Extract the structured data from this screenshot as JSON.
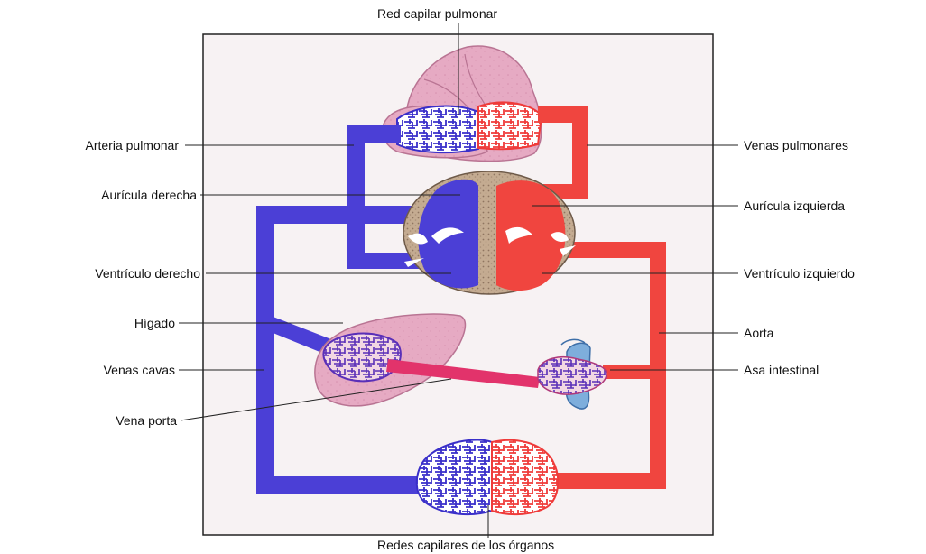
{
  "diagram": {
    "top_label": "Red capilar pulmonar",
    "bottom_label": "Redes capilares de los órganos",
    "left_labels": {
      "arteria_pulmonar": "Arteria pulmonar",
      "auricula_derecha": "Aurícula derecha",
      "ventriculo_derecho": "Ventrículo derecho",
      "higado": "Hígado",
      "venas_cavas": "Venas cavas",
      "vena_porta": "Vena porta"
    },
    "right_labels": {
      "venas_pulmonares": "Venas pulmonares",
      "auricula_izquierda": "Aurícula izquierda",
      "ventriculo_izquierdo": "Ventrículo izquierdo",
      "aorta": "Aorta",
      "asa_intestinal": "Asa intestinal"
    },
    "colors": {
      "venous_blue": "#4b3fd6",
      "arterial_red": "#f0453f",
      "portal_pink": "#e2336b",
      "organ_pink": "#e3a6c0",
      "septum_tan": "#b89e84",
      "panel_bg": "#f7f2f3"
    }
  }
}
